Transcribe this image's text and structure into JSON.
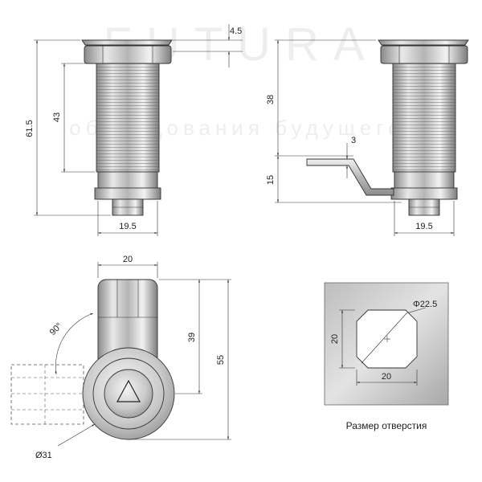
{
  "watermark": {
    "brand": "FUTURA",
    "tagline": "оборудования будущего"
  },
  "front_view": {
    "dim_height_total": "61.5",
    "dim_thread_length": "43",
    "dim_cap_thickness": "4.5",
    "dim_width": "19.5"
  },
  "side_view": {
    "dim_body_height": "38",
    "dim_cam_offset": "15",
    "dim_cam_thickness": "3",
    "dim_width": "19.5"
  },
  "bottom_view": {
    "dim_width": "20",
    "dim_angle": "90°",
    "dim_39": "39",
    "dim_55": "55",
    "dim_diameter": "Ø31"
  },
  "hole_view": {
    "dim_diameter": "Φ22.5",
    "dim_height": "20",
    "dim_width": "20",
    "caption": "Размер отверстия"
  }
}
